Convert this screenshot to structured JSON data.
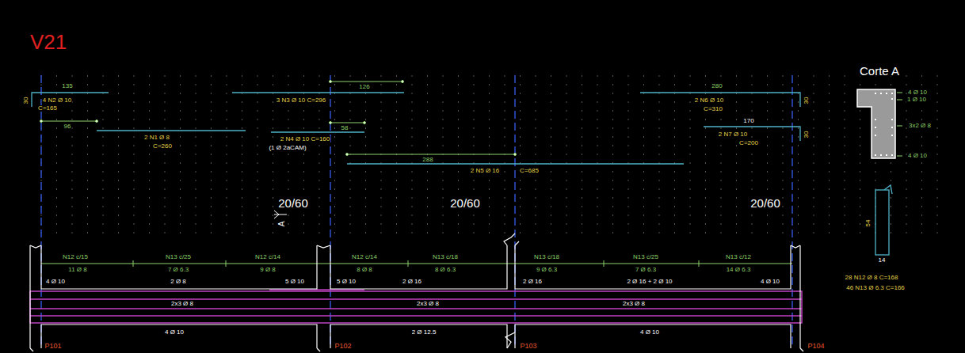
{
  "diagram": {
    "title": "V21",
    "labels": [
      "135",
      "30",
      "4 N2 Ø 10",
      "C=165",
      "96",
      "2 N1 Ø 8",
      "C=260",
      "3 N3 Ø 10 C=296",
      "126",
      "58",
      "2 N4 Ø 10 C=160",
      "(1 Ø 2aCAM)",
      "288",
      "2 N5 Ø 16",
      "C=685",
      "280",
      "2 N6 Ø 10",
      "C=310",
      "30",
      "170",
      "2 N7 Ø 10",
      "C=200",
      "30",
      "20/60",
      "20/60",
      "20/60",
      "A",
      "Corte A",
      "4 Ø 10",
      "1 Ø 10",
      "3x2 Ø 8",
      "4 Ø 10",
      "54",
      "14",
      "28 N12 Ø 8 C=168",
      "46 N13 Ø 6.3 C=166",
      "N12 c/15",
      "11 Ø 8",
      "N13 c/25",
      "7 Ø 6.3",
      "N12 c/14",
      "9 Ø 8",
      "N12 c/14",
      "8 Ø 8",
      "N13 c/18",
      "8 Ø 6.3",
      "N13 c/18",
      "9 Ø 6.3",
      "N13 c/25",
      "7 Ø 6.3",
      "N13 c/12",
      "14 Ø 6.3",
      "4 Ø 10",
      "2 Ø 8",
      "5 Ø 10",
      "5 Ø 10",
      "2 Ø 16",
      "2 Ø 16",
      "2 Ø 16 + 2 Ø 10",
      "4 Ø 10",
      "2x3 Ø 8",
      "2x3 Ø 8",
      "2x3 Ø 8",
      "4 Ø 10",
      "2 Ø 12.5",
      "4 Ø 10",
      "P101",
      "P102",
      "P103",
      "P104"
    ]
  }
}
